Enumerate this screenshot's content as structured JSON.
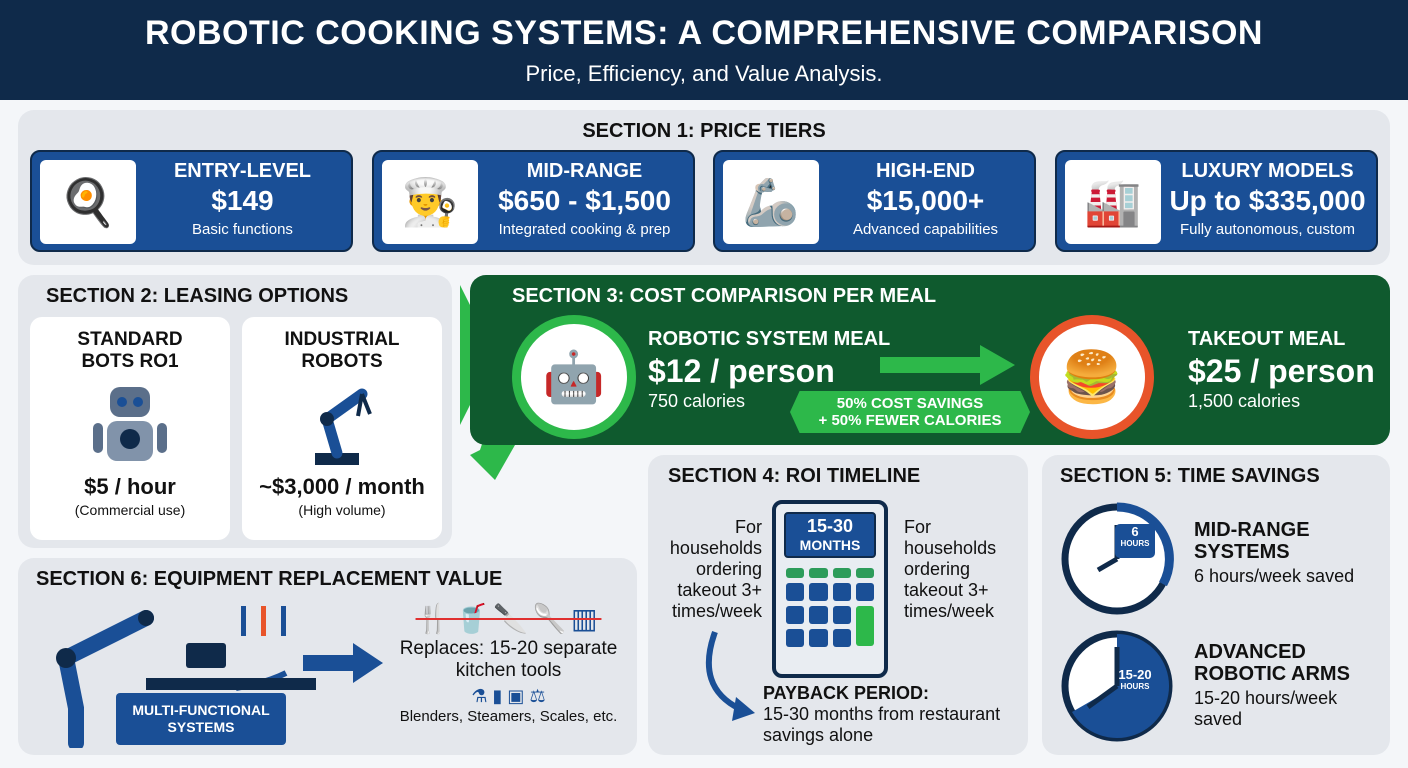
{
  "header": {
    "title": "ROBOTIC COOKING SYSTEMS: A COMPREHENSIVE COMPARISON",
    "subtitle": "Price, Efficiency, and Value Analysis."
  },
  "colors": {
    "navy": "#0f2a4a",
    "blue": "#1a4f96",
    "green_dark": "#0f5a2e",
    "green": "#2db84a",
    "orange": "#e8542a"
  },
  "section1": {
    "title": "SECTION 1: PRICE TIERS",
    "tiers": [
      {
        "name": "ENTRY-LEVEL",
        "price": "$149",
        "desc": "Basic functions",
        "icon": "microwave-chef-hat-icon"
      },
      {
        "name": "MID-RANGE",
        "price": "$650 - $1,500",
        "desc": "Integrated cooking & prep",
        "icon": "robot-chef-kitchen-icon"
      },
      {
        "name": "HIGH-END",
        "price": "$15,000+",
        "desc": "Advanced capabilities",
        "icon": "robotic-arm-icon"
      },
      {
        "name": "LUXURY MODELS",
        "price": "Up to $335,000",
        "desc": "Fully autonomous, custom",
        "icon": "full-kitchen-icon"
      }
    ]
  },
  "section2": {
    "title": "SECTION 2: LEASING OPTIONS",
    "options": [
      {
        "name": "STANDARD BOTS RO1",
        "price": "$5 / hour",
        "note": "(Commercial use)",
        "icon": "robot-icon"
      },
      {
        "name": "INDUSTRIAL ROBOTS",
        "price": "~$3,000 / month",
        "note": "(High volume)",
        "icon": "industrial-arm-icon"
      }
    ]
  },
  "section3": {
    "title": "SECTION 3: COST COMPARISON PER MEAL",
    "robotic": {
      "label": "ROBOTIC SYSTEM MEAL",
      "price": "$12 / person",
      "calories": "750 calories"
    },
    "takeout": {
      "label": "TAKEOUT MEAL",
      "price": "$25 / person",
      "calories": "1,500 calories"
    },
    "savings": [
      "50% COST SAVINGS",
      "+ 50% FEWER CALORIES"
    ]
  },
  "section4": {
    "title": "SECTION 4: ROI TIMELINE",
    "calc_line1": "15-30",
    "calc_line2": "MONTHS",
    "left_note": "For households ordering takeout 3+ times/week",
    "right_note": "For households ordering takeout 3+ times/week",
    "payback_title": "PAYBACK PERIOD:",
    "payback_text": "15-30 months from restaurant savings alone"
  },
  "section5": {
    "title": "SECTION 5: TIME SAVINGS",
    "items": [
      {
        "clock": "6",
        "unit": "HOURS",
        "name": "MID-RANGE SYSTEMS",
        "text": "6 hours/week saved"
      },
      {
        "clock": "15-20",
        "unit": "HOURS",
        "name": "ADVANCED ROBOTIC ARMS",
        "text": "15-20 hours/week saved"
      }
    ]
  },
  "section6": {
    "title": "SECTION 6: EQUIPMENT REPLACEMENT VALUE",
    "label": "MULTI-FUNCTIONAL SYSTEMS",
    "replaces": "Replaces: 15-20 separate kitchen tools",
    "examples": "Blenders, Steamers, Scales, etc."
  }
}
